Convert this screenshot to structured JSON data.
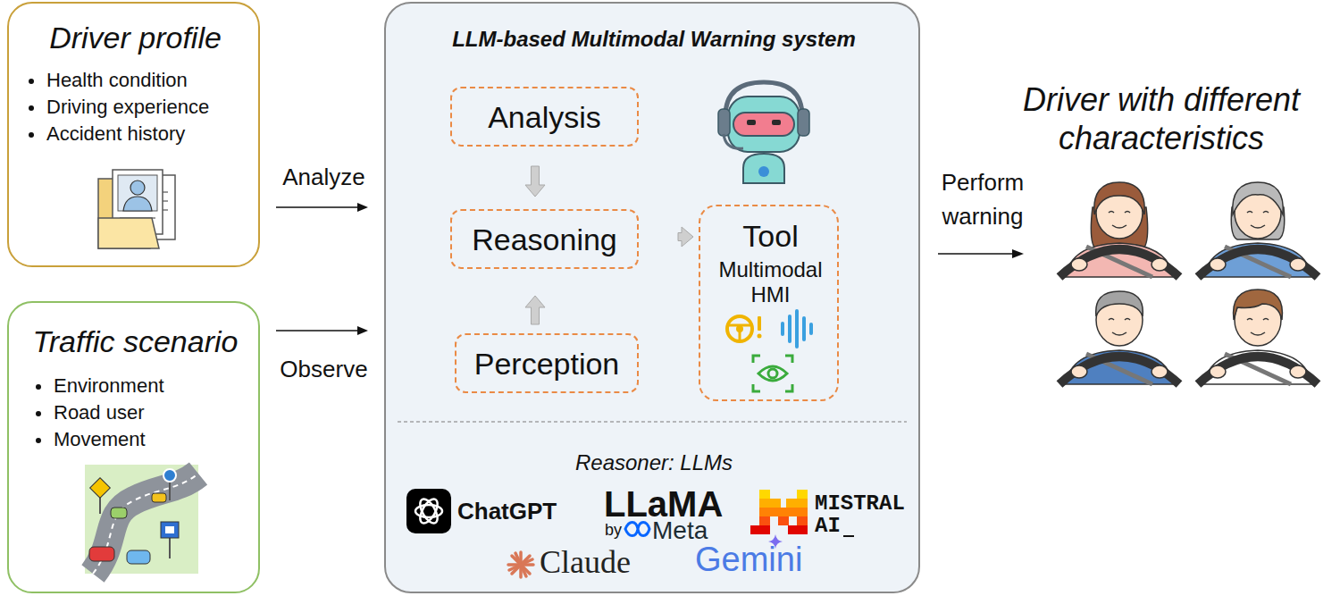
{
  "diagram": {
    "nodes": [
      {
        "text": [
          "Driver profile",
          "Health condition",
          "Driving experience",
          "Accident history"
        ]
      },
      {
        "text": [
          "Traffic scenario",
          "Environment",
          "Road user",
          "Movement"
        ]
      },
      {
        "text": [
          "LLM-based Multimodal Warning system",
          "Reasoner: LLMs"
        ]
      },
      {
        "text": [
          "Analysis"
        ],
        "in": 2
      },
      {
        "text": [
          "Reasoning"
        ],
        "in": 2
      },
      {
        "text": [
          "Perception"
        ],
        "in": 2
      },
      {
        "text": [
          "Tool",
          "Multimodal HMI"
        ],
        "in": 2
      }
    ],
    "edges": [
      {
        "from": 0,
        "to": 2,
        "label": "Analyze",
        "arrow": "to"
      },
      {
        "from": 1,
        "to": 2,
        "label": "Observe",
        "arrow": "to"
      },
      {
        "from": 3,
        "to": 4,
        "arrow": "to"
      },
      {
        "from": 5,
        "to": 4,
        "arrow": "to"
      },
      {
        "from": 4,
        "to": 6,
        "arrow": "to"
      }
    ],
    "labels": [
      "Perform warning",
      "Driver with different characteristics",
      "ChatGPT",
      "LLaMA",
      "by",
      "Meta",
      "MISTRAL AI",
      "Claude",
      "Gemini"
    ]
  }
}
